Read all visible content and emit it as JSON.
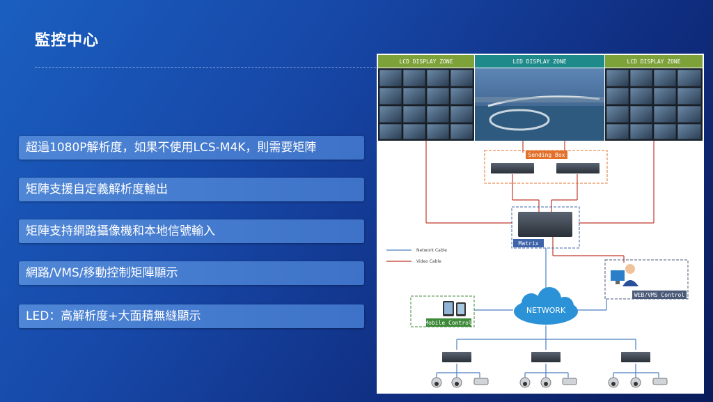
{
  "slide": {
    "title": "監控中心",
    "bullets": [
      "超過1080P解析度，如果不使用LCS-M4K，則需要矩陣",
      "矩陣支援自定義解析度輸出",
      "矩陣支持網路攝像機和本地信號輸入",
      "網路/VMS/移動控制矩陣顯示",
      "LED：高解析度+大面積無縫顯示"
    ]
  },
  "diagram": {
    "zones": {
      "lcd_left": "LCD DISPLAY ZONE",
      "led": "LED DISPLAY ZONE",
      "lcd_right": "LCD DISPLAY ZONE"
    },
    "labels": {
      "sending_box": "Sending Box",
      "matrix": "Matrix",
      "network": "NETWORK",
      "web_vms": "WEB/VMS Control",
      "mobile": "Mobile Control"
    },
    "legend": {
      "network_cable": "Network Cable",
      "video_cable": "Video Cable"
    },
    "colors": {
      "network_line": "#4a7fc0",
      "video_line": "#c0392b",
      "lcd_zone": "#7ea23a",
      "led_zone": "#1e8a8a",
      "sending_box_tag": "#e2702a",
      "matrix_tag": "#3f63a8",
      "web_tag": "#4b5a78",
      "mobile_tag": "#3f8a3a",
      "cloud": "#2b92d8"
    }
  }
}
